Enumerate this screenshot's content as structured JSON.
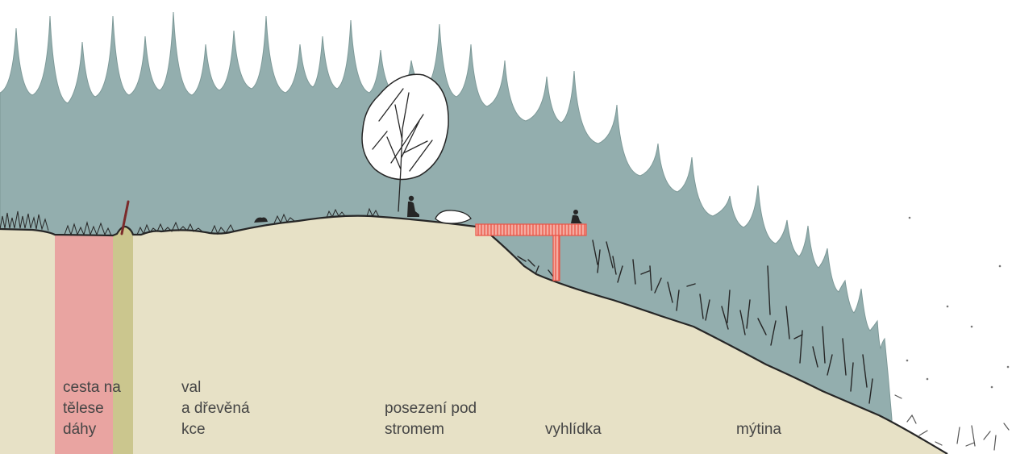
{
  "colors": {
    "forest": "#93aeae",
    "forest_edge": "#7c9897",
    "ground": "#e7e1c6",
    "path_strip": "#e9a4a1",
    "embankment_strip": "#cbc68e",
    "stake": "#7b2b2b",
    "lookout": "#ec5446",
    "lookout_fill": "#f4aca2",
    "outline": "#262626",
    "label_text": "#454545"
  },
  "labels": [
    {
      "lines": [
        "cesta na",
        "tělese",
        "dáhy"
      ]
    },
    {
      "lines": [
        "val",
        "a dřevěná",
        "kce"
      ]
    },
    {
      "lines": [
        "posezení pod",
        "stromem"
      ]
    },
    {
      "lines": [
        "vyhlídka"
      ]
    },
    {
      "lines": [
        "mýtina"
      ]
    }
  ]
}
